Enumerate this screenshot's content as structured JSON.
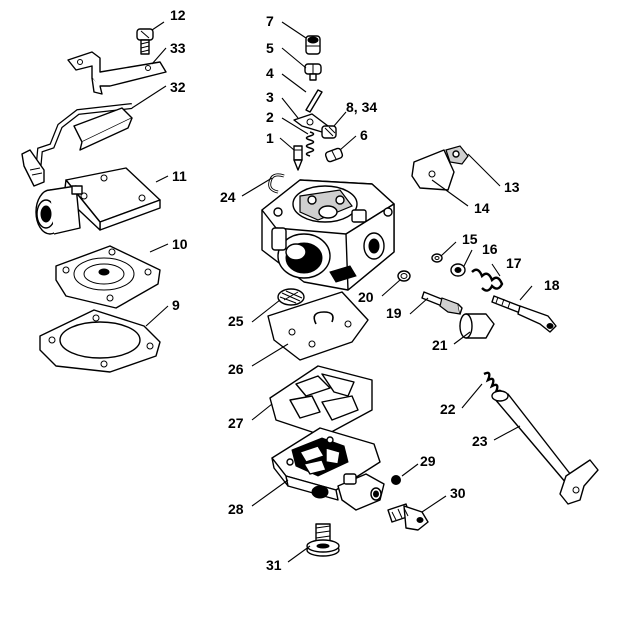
{
  "callouts": {
    "c1": "1",
    "c2": "2",
    "c3": "3",
    "c4": "4",
    "c5": "5",
    "c6": "6",
    "c7": "7",
    "c8_34": "8, 34",
    "c9": "9",
    "c10": "10",
    "c11": "11",
    "c12": "12",
    "c13": "13",
    "c14": "14",
    "c15": "15",
    "c16": "16",
    "c17": "17",
    "c18": "18",
    "c19": "19",
    "c20": "20",
    "c21": "21",
    "c22": "22",
    "c23": "23",
    "c24": "24",
    "c25": "25",
    "c26": "26",
    "c27": "27",
    "c28": "28",
    "c29": "29",
    "c30": "30",
    "c31": "31",
    "c32": "32",
    "c33": "33"
  }
}
